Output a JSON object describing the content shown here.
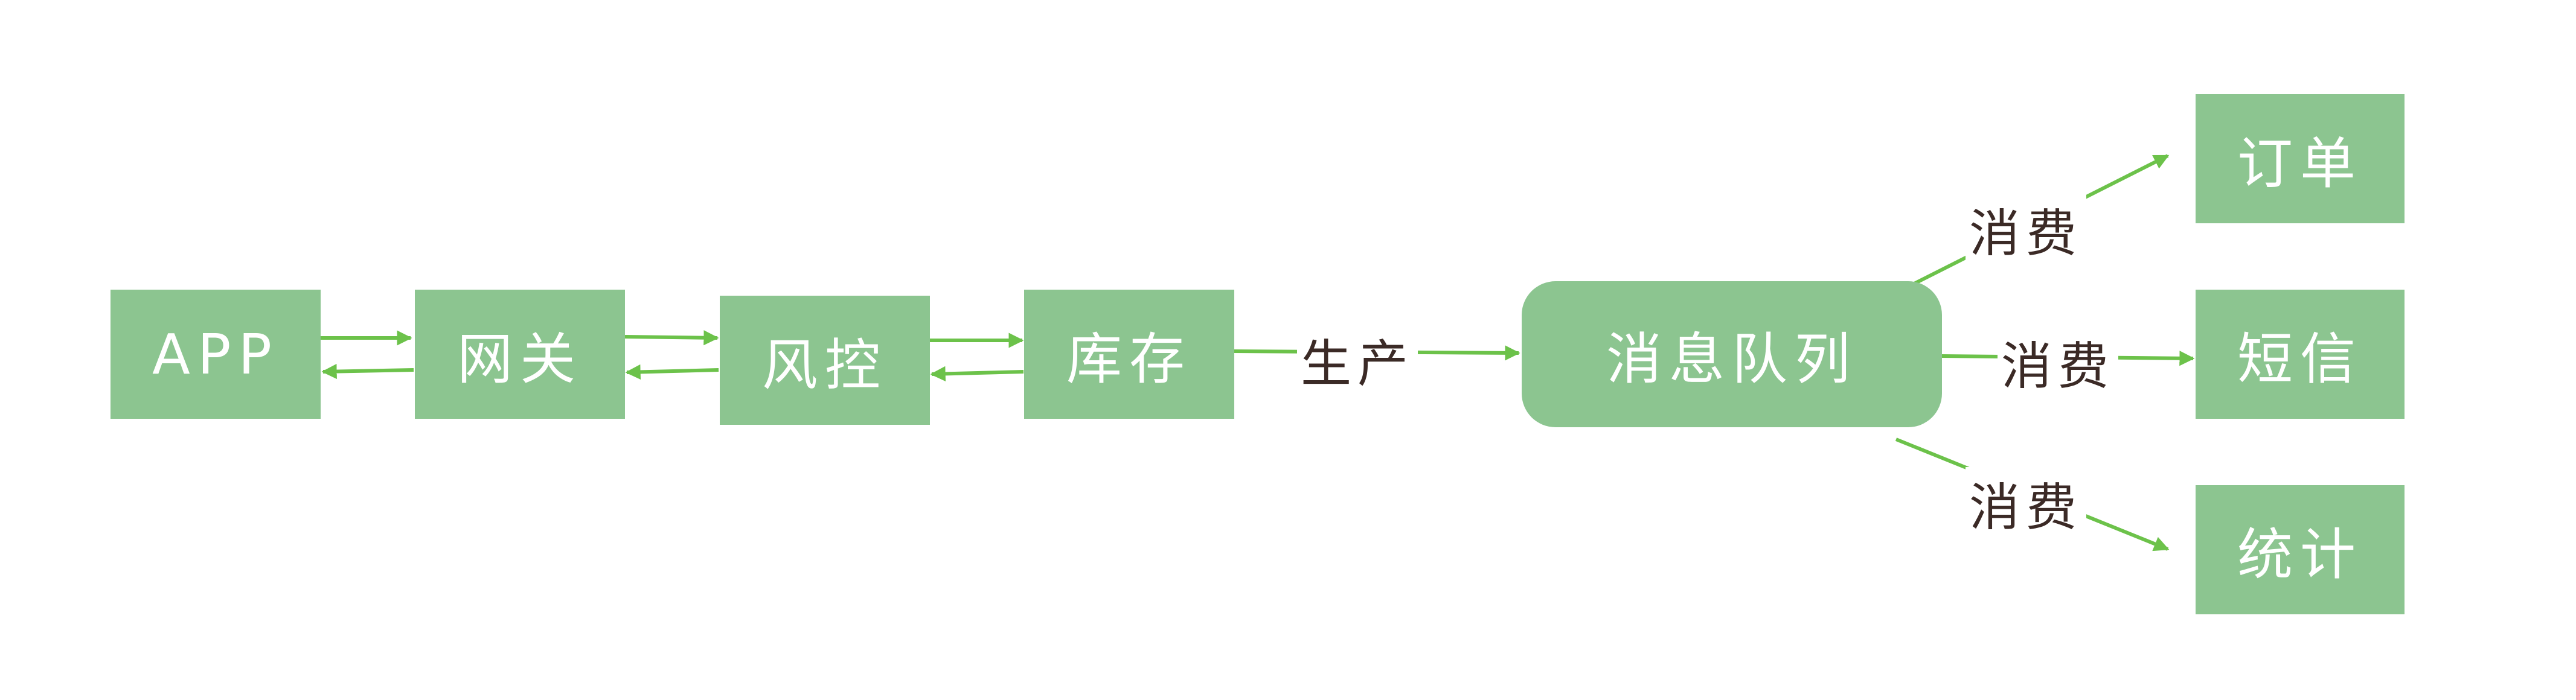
{
  "colors": {
    "node_fill": "#8cc590",
    "node_text": "#ffffff",
    "arrow": "#6cc24a",
    "label_text": "#3b2a26"
  },
  "nodes": {
    "app": "APP",
    "gateway": "网关",
    "risk": "风控",
    "inventory": "库存",
    "mq": "消息队列",
    "order": "订单",
    "sms": "短信",
    "stats": "统计"
  },
  "edges": {
    "produce": "生产",
    "consume_order": "消费",
    "consume_sms": "消费",
    "consume_stats": "消费"
  }
}
